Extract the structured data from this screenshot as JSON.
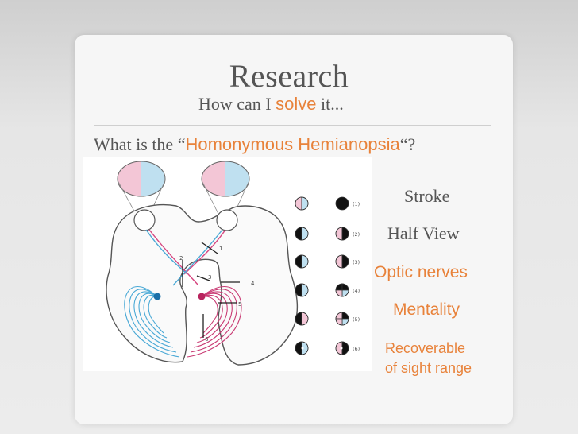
{
  "title": "Research",
  "subtitle": {
    "before": "How can I",
    "highlight": "solve",
    "after": "it..."
  },
  "question": {
    "before": "What is the “",
    "highlight": "Homonymous Hemianopsia",
    "after": "“?"
  },
  "figure": {
    "numbers": [
      "(1)",
      "(2)",
      "(3)",
      "(4)",
      "(5)",
      "(6)"
    ],
    "path_labels": [
      "1",
      "2",
      "3",
      "4",
      "5",
      "6"
    ]
  },
  "keywords": [
    "Stroke",
    "Half View",
    "Optic nerves",
    "Mentality",
    "Recoverable",
    "of sight range"
  ],
  "colors": {
    "accent": "#e8823a",
    "left_field": "#f3c6d6",
    "right_field": "#bfe0f0",
    "blue_tract": "#4aa9d6",
    "pink_tract": "#d6457f"
  }
}
